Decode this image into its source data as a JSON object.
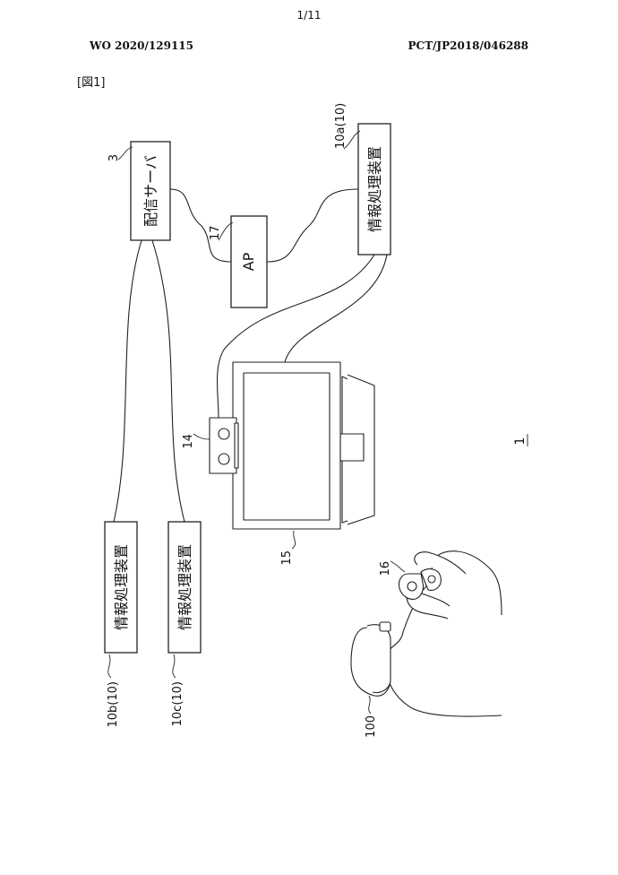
{
  "header": {
    "page_number": "1/11",
    "publication_number": "WO 2020/129115",
    "application_number": "PCT/JP2018/046288"
  },
  "figure": {
    "label": "[図1]",
    "system_ref": "1",
    "components": {
      "distribution_server": {
        "ref": "3",
        "name": "配信サーバ"
      },
      "access_point": {
        "ref": "17",
        "name": "AP"
      },
      "info_device_a": {
        "ref": "10a(10)",
        "name": "情報処理装置"
      },
      "info_device_b": {
        "ref": "10b(10)",
        "name": "情報処理装置"
      },
      "info_device_c": {
        "ref": "10c(10)",
        "name": "情報処理装置"
      },
      "camera": {
        "ref": "14"
      },
      "display": {
        "ref": "15"
      },
      "controller": {
        "ref": "16"
      },
      "hmd": {
        "ref": "100"
      }
    }
  }
}
